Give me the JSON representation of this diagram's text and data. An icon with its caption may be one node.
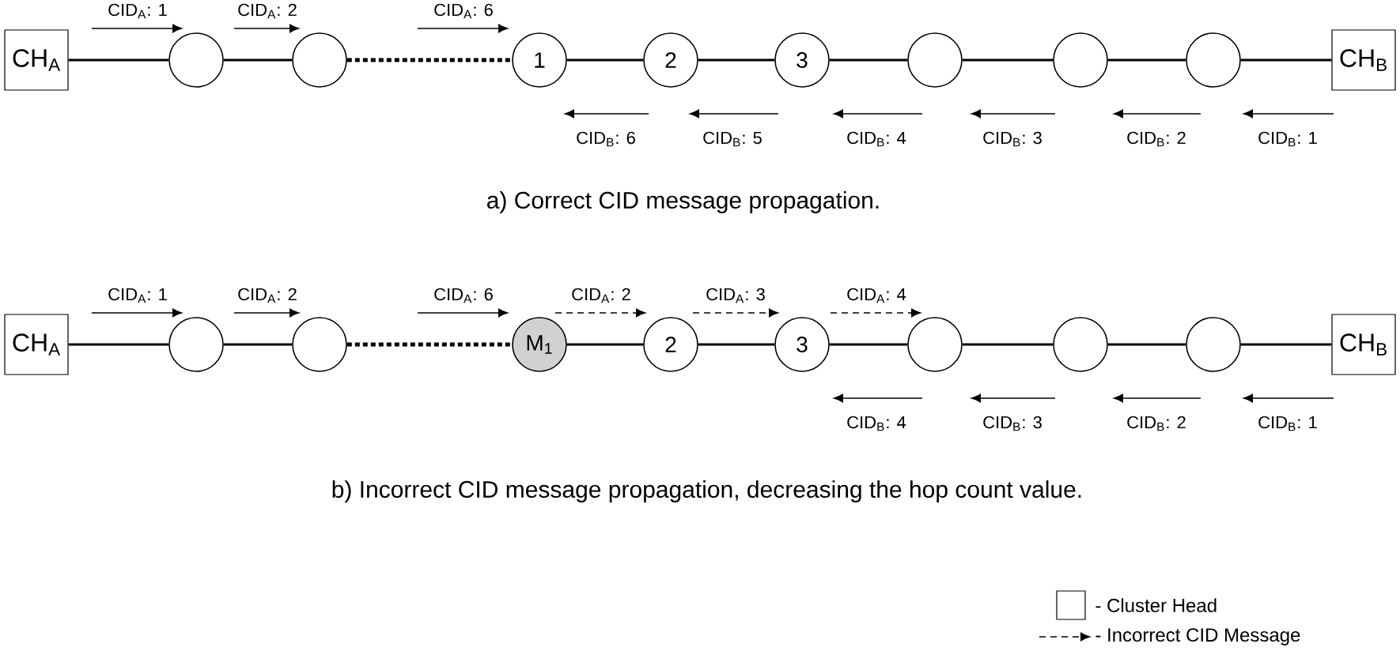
{
  "diagram": {
    "nodes": [
      {
        "text": [
          "CH$_{A}$"
        ]
      },
      {
        "text": [],
        "shape": "circle"
      },
      {
        "text": [],
        "shape": "circle"
      },
      {
        "text": [
          "1"
        ]
      },
      {
        "text": [
          "2"
        ]
      },
      {
        "text": [
          "3"
        ]
      },
      {
        "text": [],
        "shape": "circle"
      },
      {
        "text": [],
        "shape": "circle"
      },
      {
        "text": [],
        "shape": "circle"
      },
      {
        "text": [
          "CH$_{B}$"
        ]
      },
      {
        "text": [
          "CH$_{A}$"
        ]
      },
      {
        "text": [],
        "shape": "circle"
      },
      {
        "text": [],
        "shape": "circle"
      },
      {
        "text": [
          "M$_{1}$"
        ]
      },
      {
        "text": [
          "2"
        ]
      },
      {
        "text": [
          "3"
        ]
      },
      {
        "text": [],
        "shape": "circle"
      },
      {
        "text": [],
        "shape": "circle"
      },
      {
        "text": [],
        "shape": "circle"
      },
      {
        "text": [
          "CH$_{B}$"
        ]
      }
    ],
    "edges": [
      {
        "from": 0,
        "to": 1,
        "arrow": "none"
      },
      {
        "from": 1,
        "to": 2,
        "arrow": "none"
      },
      {
        "from": 2,
        "to": 3,
        "arrow": "none",
        "style": "dashed"
      },
      {
        "from": 3,
        "to": 4,
        "arrow": "none"
      },
      {
        "from": 4,
        "to": 5,
        "arrow": "none"
      },
      {
        "from": 5,
        "to": 6,
        "arrow": "none"
      },
      {
        "from": 6,
        "to": 7,
        "arrow": "none"
      },
      {
        "from": 7,
        "to": 8,
        "arrow": "none"
      },
      {
        "from": 8,
        "to": 9,
        "arrow": "none"
      },
      {
        "from": 10,
        "to": 11,
        "arrow": "none"
      },
      {
        "from": 11,
        "to": 12,
        "arrow": "none"
      },
      {
        "from": 12,
        "to": 13,
        "arrow": "none",
        "style": "dashed"
      },
      {
        "from": 13,
        "to": 14,
        "arrow": "none"
      },
      {
        "from": 14,
        "to": 15,
        "arrow": "none"
      },
      {
        "from": 15,
        "to": 16,
        "arrow": "none"
      },
      {
        "from": 16,
        "to": 17,
        "arrow": "none"
      },
      {
        "from": 17,
        "to": 18,
        "arrow": "none"
      },
      {
        "from": 18,
        "to": 19,
        "arrow": "none"
      }
    ],
    "labels": [
      "CID$_{A}$: 1",
      "CID$_{A}$: 2",
      "CID$_{A}$: 6",
      "CID$_{B}$: 6",
      "CID$_{B}$: 5",
      "CID$_{B}$: 4",
      "CID$_{B}$: 3",
      "CID$_{B}$: 2",
      "CID$_{B}$: 1",
      "a) Correct CID message propagation.",
      "CID$_{A}$: 1",
      "CID$_{A}$: 2",
      "CID$_{A}$: 6",
      "CID$_{A}$: 2",
      "CID$_{A}$: 3",
      "CID$_{A}$: 4",
      "CID$_{B}$: 4",
      "CID$_{B}$: 3",
      "CID$_{B}$: 2",
      "CID$_{B}$: 1",
      "b) Incorrect CID message propagation, decreasing the hop count value."
    ],
    "legend": [
      {
        "text": "- Cluster Head"
      },
      {
        "text": "- Incorrect CID Message"
      }
    ]
  }
}
